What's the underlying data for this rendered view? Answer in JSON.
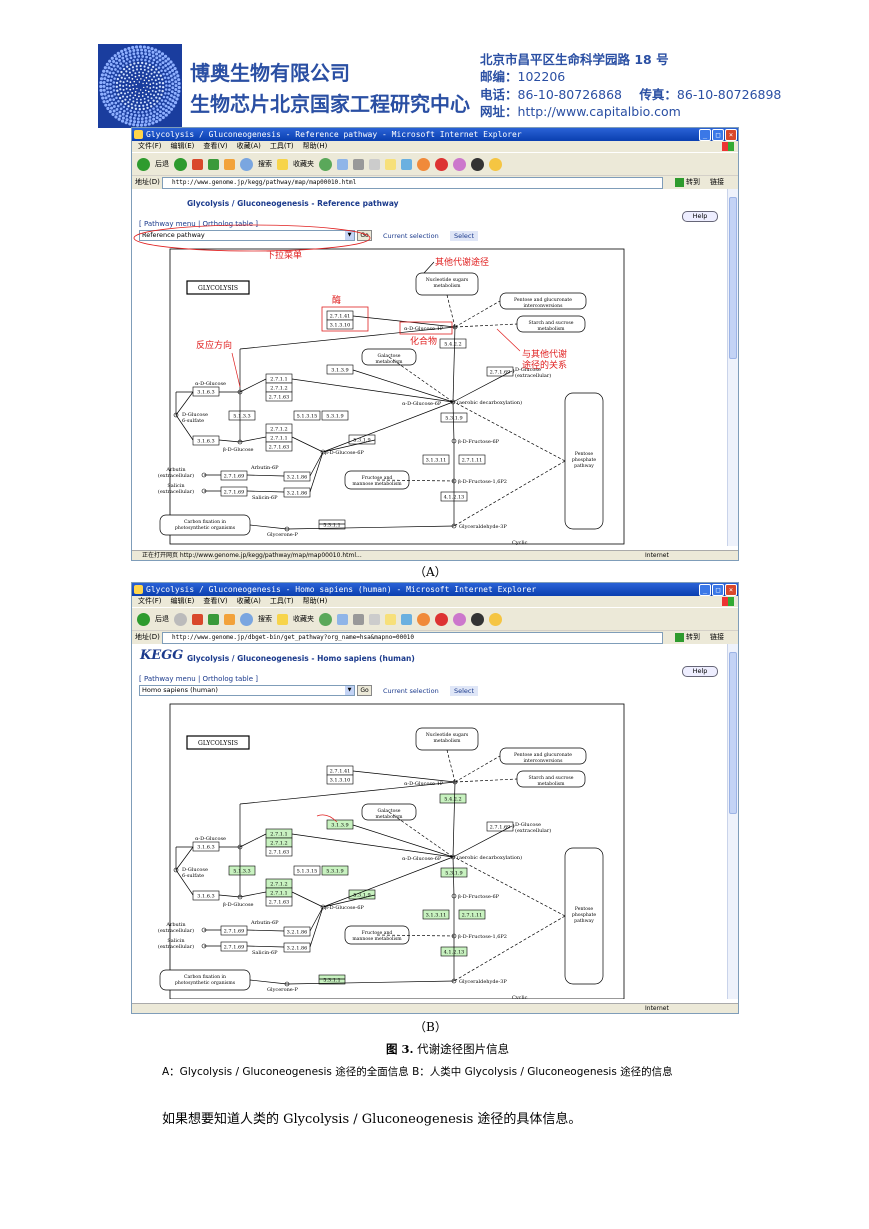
{
  "header": {
    "company_name": "博奥生物有限公司",
    "center_name": "生物芯片北京国家工程研究中心",
    "address": "北京市昌平区生命科学园路 18 号",
    "postcode_label": "邮编：",
    "postcode": "102206",
    "phone_label": "电话：",
    "phone": "86-10-80726868",
    "fax_label": "传真：",
    "fax": "86-10-80726898",
    "web_label": "网址：",
    "web": "http://www.capitalbio.com"
  },
  "browser_common": {
    "menu": [
      "文件(F)",
      "编辑(E)",
      "查看(V)",
      "收藏(A)",
      "工具(T)",
      "帮助(H)"
    ],
    "back": "后退",
    "search": "搜索",
    "favorites": "收藏夹",
    "address_label": "地址(D)",
    "go": "转到",
    "links": "链接",
    "pathway_links": "[ Pathway menu | Ortholog table ]",
    "current_selection": "Current selection",
    "select_btn": "Select",
    "go_btn": "Go",
    "help": "Help"
  },
  "window_a": {
    "title": "Glycolysis / Gluconeogenesis - Reference pathway - Microsoft Internet Explorer",
    "url": "http://www.genome.jp/kegg/pathway/map/map00010.html",
    "page_title": "Glycolysis / Gluconeogenesis - Reference pathway",
    "dropdown": "Reference pathway",
    "status": "正在打开网页 http://www.genome.jp/kegg/pathway/map/map00010.html...",
    "internet": "Internet",
    "annotations": {
      "dropdown_menu": "下拉菜单",
      "other_pathway": "其他代谢途径",
      "enzyme": "酶",
      "compound": "化合物",
      "reaction_direction": "反应方向",
      "relation_1": "与其他代谢",
      "relation_2": "途径的关系"
    }
  },
  "window_b": {
    "title": "Glycolysis / Gluconeogenesis - Homo sapiens (human) - Microsoft Internet Explorer",
    "url": "http://www.genome.jp/dbget-bin/get_pathway?org_name=hsa&mapno=00010",
    "page_title": "Glycolysis / Gluconeogenesis - Homo sapiens (human)",
    "dropdown": "Homo sapiens (human)",
    "status": "",
    "internet": "Internet",
    "logo": "KEGG"
  },
  "pathway_map": {
    "glycolysis": "GLYCOLYSIS",
    "compounds": {
      "nucleotide_sugars": [
        "Nucleotide sugars",
        "metabolism"
      ],
      "pentose_glucuronate": [
        "Pentose and glucuronate",
        "interconversions"
      ],
      "starch_sucrose": [
        "Starch and sucrose",
        "metabolism"
      ],
      "galactose": [
        "Galactose",
        "metabolism"
      ],
      "fructose_mannose": [
        "Fructose and",
        "mannose metabolism"
      ],
      "carbon_fixation": [
        "Carbon fixation in",
        "photosynthetic organisms"
      ],
      "pentose_phosphate": [
        "Pentose",
        "phosphate",
        "pathway"
      ],
      "a_d_glucose_1p": "α-D-Glucose-1P",
      "a_d_glucose": "α-D-Glucose",
      "d_glucose_ext": [
        "D-Glucose",
        "(extracellular)"
      ],
      "a_d_glucose_6p": "α-D-Glucose-6P",
      "aerobic": "(aerobic decarboxylation)",
      "d_glucose_6_sulfate": [
        "D-Glucose",
        "6-sulfate"
      ],
      "b_d_glucose": "β-D-Glucose",
      "b_d_glucose_6p": "β-D-Glucose-6P",
      "b_d_fructose_6p": "β-D-Fructose-6P",
      "b_d_fructose_16p": "β-D-Fructose-1,6P2",
      "arbutin_6p": "Arbutin-6P",
      "arbutin": [
        "Arbutin",
        "(extracellular)"
      ],
      "salicin": [
        "Salicin",
        "(extracellular)"
      ],
      "salicin_6p": "Salicin-6P",
      "glycerone_p": "Glycerone-P",
      "glyceraldehyde_3p": "Glyceraldehyde-3P",
      "cyclic": "Cyclic"
    },
    "enzymes": {
      "e2_7_1_41": "2.7.1.41",
      "e3_1_3_10": "3.1.3.10",
      "e5_4_2_2": "5.4.2.2",
      "e3_1_3_9": "3.1.3.9",
      "e2_7_1_69": "2.7.1.69",
      "e2_7_1_1": "2.7.1.1",
      "e2_7_1_2": "2.7.1.2",
      "e2_7_1_63": "2.7.1.63",
      "e3_1_6_3": "3.1.6.3",
      "e5_1_3_3": "5.1.3.3",
      "e5_1_3_15": "5.1.3.15",
      "e5_3_1_9": "5.3.1.9",
      "e3_1_3_11": "3.1.3.11",
      "e2_7_1_11": "2.7.1.11",
      "e3_2_1_86": "3.2.1.86",
      "e4_1_2_13": "4.1.2.13",
      "e5_3_1_1": "5.3.1.1"
    }
  },
  "captions": {
    "a": "（A）",
    "b": "（B）",
    "figure_label": "图 3.",
    "figure_title": "代谢途径图片信息",
    "note": "A：Glycolysis / Gluconeogenesis 途径的全面信息  B：人类中 Glycolysis / Gluconeogenesis 途径的信息"
  },
  "body_text": "如果想要知道人类的 Glycolysis / Gluconeogenesis 途径的具体信息。",
  "colors": {
    "brand_blue": "#2a4fa3",
    "highlight_green": "#c8f2c0",
    "annotation_red": "#e02020"
  }
}
